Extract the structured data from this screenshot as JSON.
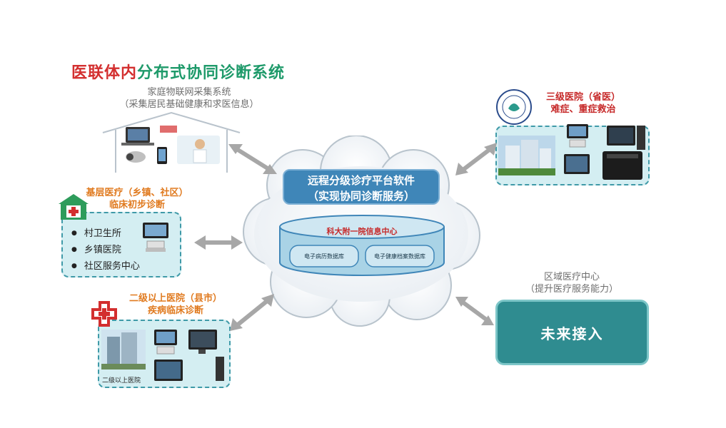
{
  "title": {
    "part1": "医联体内",
    "part2": "分布式协同诊断系统"
  },
  "home": {
    "line1": "家庭物联网采集系统",
    "line2": "（采集居民基础健康和求医信息）"
  },
  "primary": {
    "line1": "基层医疗（乡镇、社区）",
    "line2": "临床初步诊断",
    "items": [
      "村卫生所",
      "乡镇医院",
      "社区服务中心"
    ]
  },
  "secondary": {
    "line1": "二级以上医院（县市）",
    "line2": "疾病临床诊断",
    "building_label": "二级以上医院"
  },
  "tertiary": {
    "line1": "三级医院（省医）",
    "line2": "难症、重症救治"
  },
  "regional": {
    "line1": "区域医疗中心",
    "line2": "（提升医疗服务能力）",
    "future": "未来接入"
  },
  "cloud": {
    "platform_line1": "远程分级诊疗平台软件",
    "platform_line2": "（实现协同诊断服务）",
    "center": "科大附一院信息中心",
    "db1": "电子病历数据库",
    "db2": "电子健康档案数据库"
  },
  "colors": {
    "teal_panel": "#d4eef2",
    "teal_dark": "#2f8c90",
    "cloud_blue": "#3f86b8",
    "title_red": "#d32f2f",
    "title_green": "#1e9a6a"
  }
}
